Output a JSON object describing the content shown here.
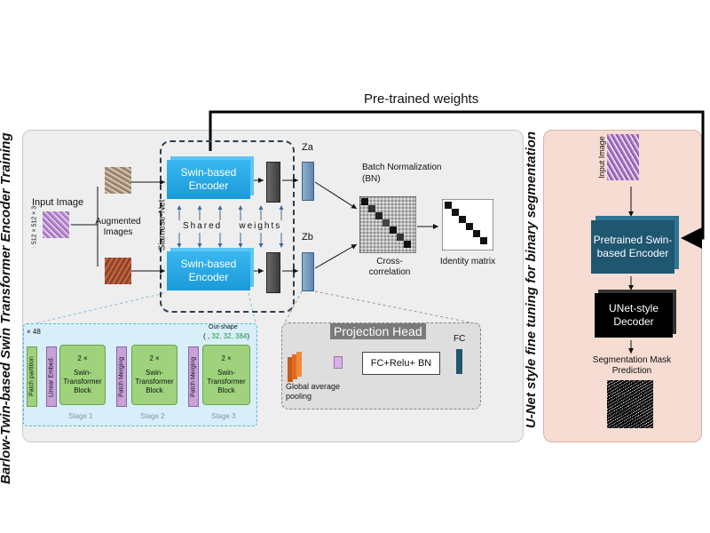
{
  "pretrained_weights": "Pre-trained weights",
  "left_title": "Barlow-Twin-based Swin Transformer  Encoder  Training",
  "right_title": "U-Net style fine tuning for binary segmentation",
  "input_image": "Input Image",
  "input_dims": "512 × 512 × 3",
  "augmented_images": "Augmented Images",
  "siamese_net": "Siamese-Net",
  "encoder_top": "Swin-based Encoder",
  "encoder_bottom": "Swin-based Encoder",
  "shared_weights": "Shared    weights",
  "za": "Za",
  "zb": "Zb",
  "batch_norm": "Batch Normalization (BN)",
  "cross_correlation": "Cross-correlation",
  "identity_matrix": "Identity matrix",
  "stages": {
    "x48": "× 48",
    "patch_partition": "Patch partition",
    "linear_embed": "Linear Embed.",
    "patch_merging": "Patch Merging",
    "block_mult": "2 ×",
    "block_label": "Swin-Transformer Block",
    "stage1": "Stage 1",
    "stage2": "Stage 2",
    "stage3": "Stage 3",
    "out_shape_label": "Out-shape",
    "out_shape_prefix": "( , ",
    "out_shape_values": "32, 32, 384",
    "out_shape_suffix": ")"
  },
  "projection": {
    "title": "Projection Head",
    "gap": "Global average pooling",
    "fc_block": "FC+Relu+ BN",
    "fc": "FC"
  },
  "right": {
    "input_image": "Input Image",
    "pretrained_encoder": "Pretrained Swin-based Encoder",
    "decoder": "UNet-style Decoder",
    "seg_mask": "Segmentation Mask Prediction"
  },
  "colors": {
    "encoder_blue": "#1a9ad8",
    "right_panel": "#f6dcd2",
    "teal_box": "#1f5670",
    "decoder_black": "#000000",
    "stage_green": "#9fd27d",
    "stage_purple": "#c8a1d8"
  }
}
